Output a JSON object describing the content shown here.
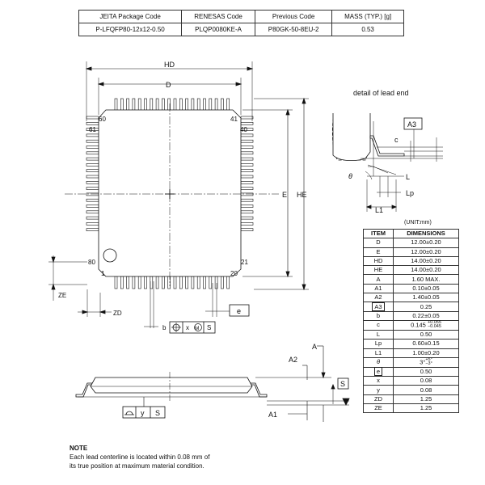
{
  "header_table": {
    "columns": [
      "JEITA Package Code",
      "RENESAS Code",
      "Previous Code",
      "MASS (TYP.) [g]"
    ],
    "row": [
      "P-LFQFP80-12x12-0.50",
      "PLQP0080KE-A",
      "P80GK-50-8EU-2",
      "0.53"
    ]
  },
  "top_view": {
    "label_hd": "HD",
    "label_d": "D",
    "label_e": "E",
    "label_he": "HE",
    "pin_60": "60",
    "pin_41": "41",
    "pin_61": "61",
    "pin_40": "40",
    "pin_80": "80",
    "pin_21": "21",
    "pin_1": "1",
    "pin_20": "20",
    "label_ze": "ZE",
    "label_zd": "ZD",
    "label_e_box": "e",
    "fcf_b": "b",
    "fcf_x": "x",
    "fcf_m": "M",
    "fcf_s": "S"
  },
  "side_view": {
    "label_a": "A",
    "label_a2": "A2",
    "label_a1": "A1",
    "label_s": "S",
    "flat_y": "y",
    "flat_s": "S"
  },
  "detail": {
    "title": "detail of lead end",
    "label_a3": "A3",
    "label_c": "c",
    "label_theta": "θ",
    "label_l": "L",
    "label_lp": "Lp",
    "label_l1": "L1"
  },
  "dimensions": {
    "unit": "(UNIT:mm)",
    "headers": [
      "ITEM",
      "DIMENSIONS"
    ],
    "rows": [
      {
        "item": "D",
        "value": "12.00±0.20"
      },
      {
        "item": "E",
        "value": "12.00±0.20"
      },
      {
        "item": "HD",
        "value": "14.00±0.20"
      },
      {
        "item": "HE",
        "value": "14.00±0.20"
      },
      {
        "item": "A",
        "value": "1.60 MAX."
      },
      {
        "item": "A1",
        "value": "0.10±0.05"
      },
      {
        "item": "A2",
        "value": "1.40±0.05"
      },
      {
        "item": "A3",
        "value": "0.25"
      },
      {
        "item": "b",
        "value": "0.22±0.05"
      },
      {
        "item": "c",
        "value": "0.145",
        "tol_plus": "+0.055",
        "tol_minus": "−0.045"
      },
      {
        "item": "L",
        "value": "0.50"
      },
      {
        "item": "Lp",
        "value": "0.60±0.15"
      },
      {
        "item": "L1",
        "value": "1.00±0.20"
      },
      {
        "item": "θ",
        "value": "3°",
        "tol_plus": "+5°",
        "tol_minus": "−3°"
      },
      {
        "item": "e",
        "value": "0.50"
      },
      {
        "item": "x",
        "value": "0.08"
      },
      {
        "item": "y",
        "value": "0.08"
      },
      {
        "item": "ZD",
        "value": "1.25"
      },
      {
        "item": "ZE",
        "value": "1.25"
      }
    ]
  },
  "note": {
    "title": "NOTE",
    "line1": "Each lead centerline is located within 0.08 mm of",
    "line2": "its true position at maximum material condition."
  },
  "colors": {
    "ink": "#111111",
    "body_fill": "#ffffff",
    "line_gray": "#444444"
  }
}
